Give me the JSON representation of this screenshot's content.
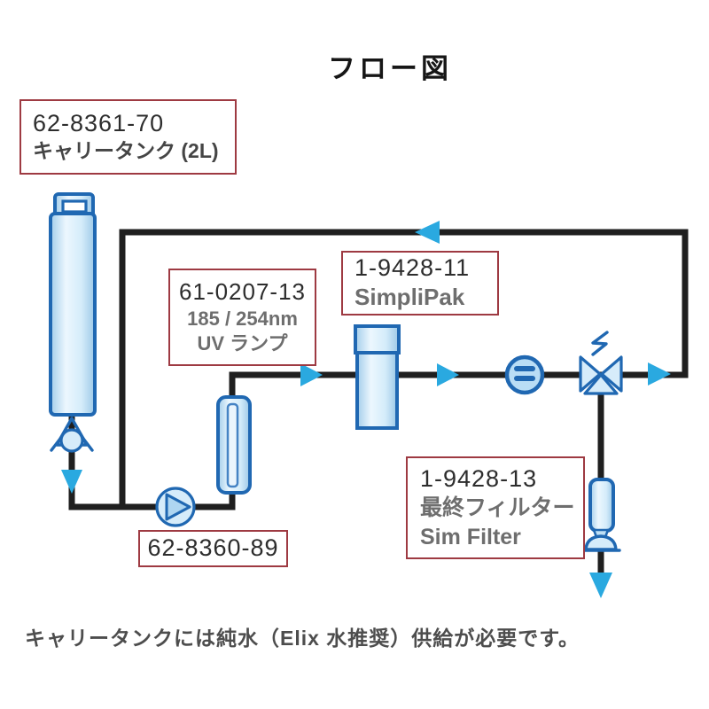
{
  "title": "フロー図",
  "caption": "キャリータンクには純水（Elix 水推奨）供給が必要です。",
  "boxes": {
    "carry_tank": {
      "part_no": "62-8361-70",
      "name": "キャリータンク (2L)"
    },
    "uv_lamp": {
      "part_no": "61-0207-13",
      "spec": "185 / 254nm",
      "name": "UV ランプ"
    },
    "simplipak": {
      "part_no": "1-9428-11",
      "name": "SimpliPak"
    },
    "pump": {
      "part_no": "62-8360-89"
    },
    "final_filter": {
      "part_no": "1-9428-13",
      "name_ja": "最終フィルター",
      "name_en": "Sim Filter"
    }
  },
  "icons": [
    "carry-tank-icon",
    "check-valve-icon",
    "pump-icon",
    "uv-lamp-icon",
    "simplipak-cartridge-icon",
    "pressure-regulator-icon",
    "three-way-valve-icon",
    "final-filter-icon",
    "flow-arrow-down-icon",
    "flow-arrow-right-icon",
    "flow-arrow-left-icon"
  ],
  "colors": {
    "pipe_color": "#1f1f1f",
    "comp_border": "#2068b2",
    "arrow_color": "#2aa9e0",
    "label_border": "#9e3a42",
    "part_number_color": "#2d2d2d",
    "descriptor_color": "#6e6e6e",
    "title_color": "#161616",
    "caption_color": "#4d4d4d",
    "fill_light": "#d6ecfa",
    "fill_regulator": "#b9ddf5",
    "bg": "#ffffff"
  }
}
